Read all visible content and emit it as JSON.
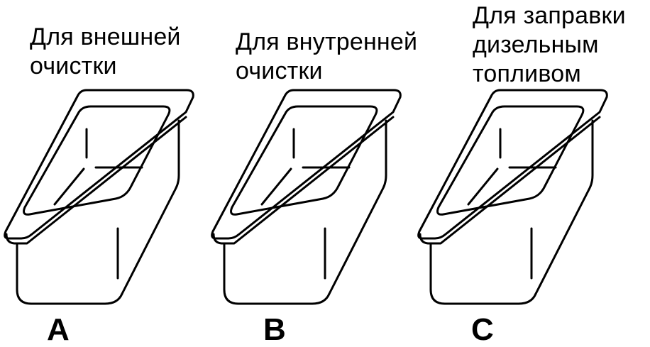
{
  "containers": [
    {
      "id": "A",
      "caption_lines": [
        "Для внешней",
        "очистки"
      ]
    },
    {
      "id": "B",
      "caption_lines": [
        "Для внутренней",
        "очистки"
      ]
    },
    {
      "id": "C",
      "caption_lines": [
        "Для заправки",
        "дизельным",
        "топливом"
      ]
    }
  ],
  "colors": {
    "stroke": "#000000",
    "background": "#ffffff"
  }
}
